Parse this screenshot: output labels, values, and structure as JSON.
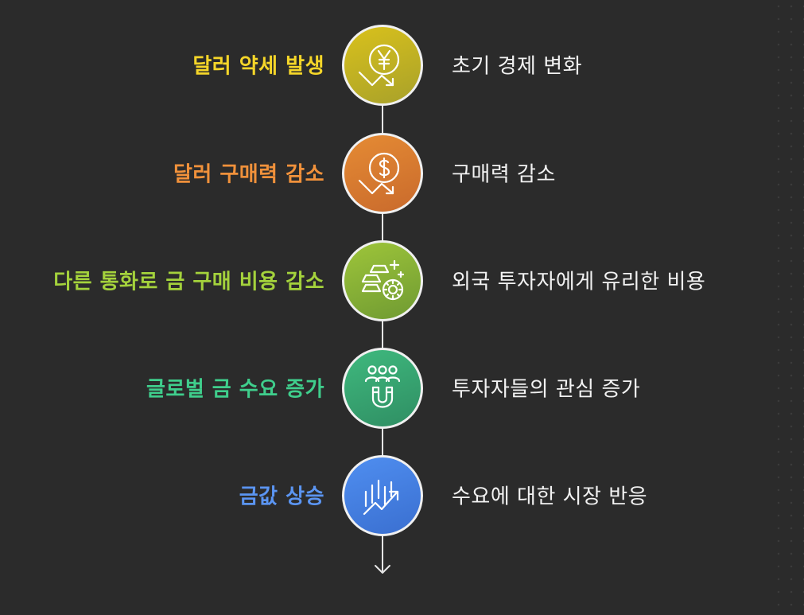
{
  "steps": [
    {
      "label": "달러 약세 발생",
      "description": "초기 경제 변화",
      "color": "#f5d629",
      "node_gradient": [
        "#d9c11c",
        "#a8a12a"
      ],
      "icon": "yen-down-icon"
    },
    {
      "label": "달러 구매력 감소",
      "description": "구매력 감소",
      "color": "#f0913b",
      "node_gradient": [
        "#e58b34",
        "#c96a2c"
      ],
      "icon": "dollar-down-icon"
    },
    {
      "label": "다른 통화로 금 구매 비용 감소",
      "description": "외국 투자자에게 유리한 비용",
      "color": "#a4d23c",
      "node_gradient": [
        "#9ec53a",
        "#6f9a32"
      ],
      "icon": "gold-bars-icon"
    },
    {
      "label": "글로벌 금 수요 증가",
      "description": "투자자들의 관심 증가",
      "color": "#3fce8c",
      "node_gradient": [
        "#3fb97e",
        "#2f8e63"
      ],
      "icon": "people-magnet-icon"
    },
    {
      "label": "금값 상승",
      "description": "수요에 대한 시장 반응",
      "color": "#5b95f2",
      "node_gradient": [
        "#4f8ef0",
        "#3a6fd0"
      ],
      "icon": "chart-up-icon"
    }
  ]
}
